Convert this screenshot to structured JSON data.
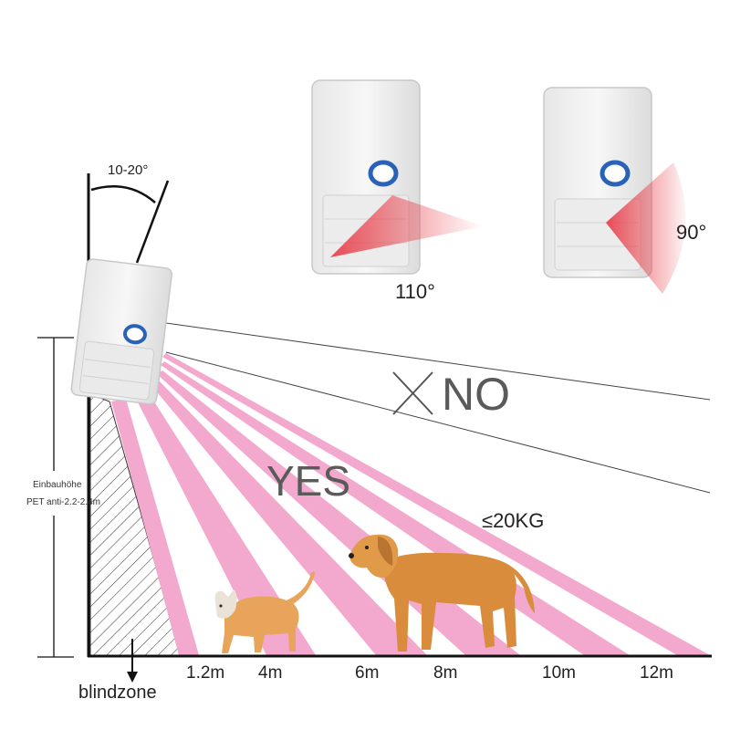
{
  "angles": {
    "tilt": "10-20°",
    "wide": "110°",
    "narrow": "90°"
  },
  "zones": {
    "no": "NO",
    "yes": "YES"
  },
  "pet_weight": "≤20KG",
  "height_label": {
    "line1": "Einbauhöhe",
    "line2": "PET anti-2.2-2.4m"
  },
  "blindzone": "blindzone",
  "distances": [
    "1.2m",
    "4m",
    "6m",
    "8m",
    "10m",
    "12m"
  ],
  "colors": {
    "beam": "#f3a8cd",
    "sensor_body": "#f1f1f1",
    "lens_ring": "#2a62b8",
    "fan_red": "#e8434e"
  },
  "icons": [
    "pir-sensor-icon",
    "cat-icon",
    "dog-icon",
    "cross-icon",
    "down-arrow-icon"
  ]
}
